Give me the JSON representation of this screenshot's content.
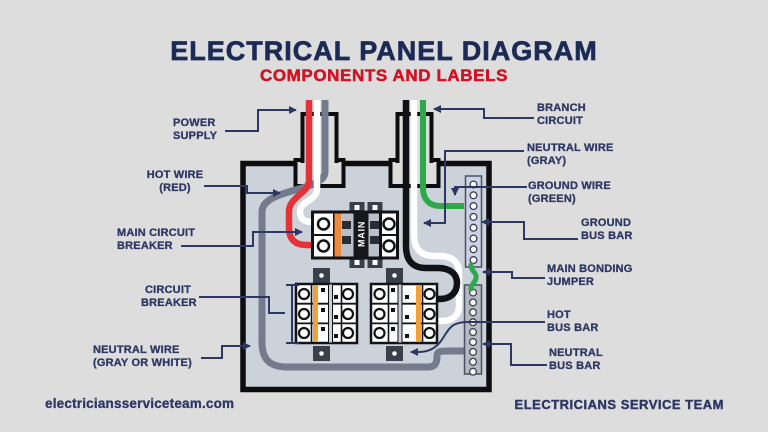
{
  "title": "ELECTRICAL PANEL DIAGRAM",
  "subtitle": "COMPONENTS AND LABELS",
  "labels": {
    "power_supply": "POWER\nSUPPLY",
    "hot_wire": "HOT WIRE\n(RED)",
    "main_circuit_breaker": "MAIN CIRCUIT\nBREAKER",
    "circuit_breaker": "CIRCUIT\nBREAKER",
    "neutral_wire_left": "NEUTRAL WIRE\n(GRAY OR WHITE)",
    "branch_circuit": "BRANCH\nCIRCUIT",
    "neutral_wire_right": "NEUTRAL WIRE\n(GRAY)",
    "ground_wire": "GROUND WIRE\n(GREEN)",
    "ground_bus_bar": "GROUND\nBUS BAR",
    "main_bonding_jumper": "MAIN BONDING\nJUMPER",
    "hot_bus_bar": "HOT\nBUS BAR",
    "neutral_bus_bar": "NEUTRAL\nBUS BAR"
  },
  "diagram": {
    "main_breaker_text": "MAIN"
  },
  "footer": {
    "website": "electriciansserviceteam.com",
    "brand": "ELECTRICIANS SERVICE TEAM"
  },
  "colors": {
    "background": "#dddddd",
    "title_navy": "#1c2b55",
    "subtitle_red": "#d41123",
    "label_navy": "#2d3763",
    "panel_fill": "#cbd2d9",
    "panel_border": "#0d0d0f",
    "hot_wire_red": "#e53238",
    "neutral_wire_gray": "#747b8c",
    "ground_wire_green": "#2fa84c",
    "branch_wire_black": "#111216",
    "neutral_wire_white": "#ffffff",
    "breaker_orange": "#ec8b3f",
    "bank_orange": "#efa23a",
    "ground_bus_fill": "#ccd1e5",
    "neutral_bus_fill": "#b5b9c1",
    "tab_dark": "#394049"
  }
}
